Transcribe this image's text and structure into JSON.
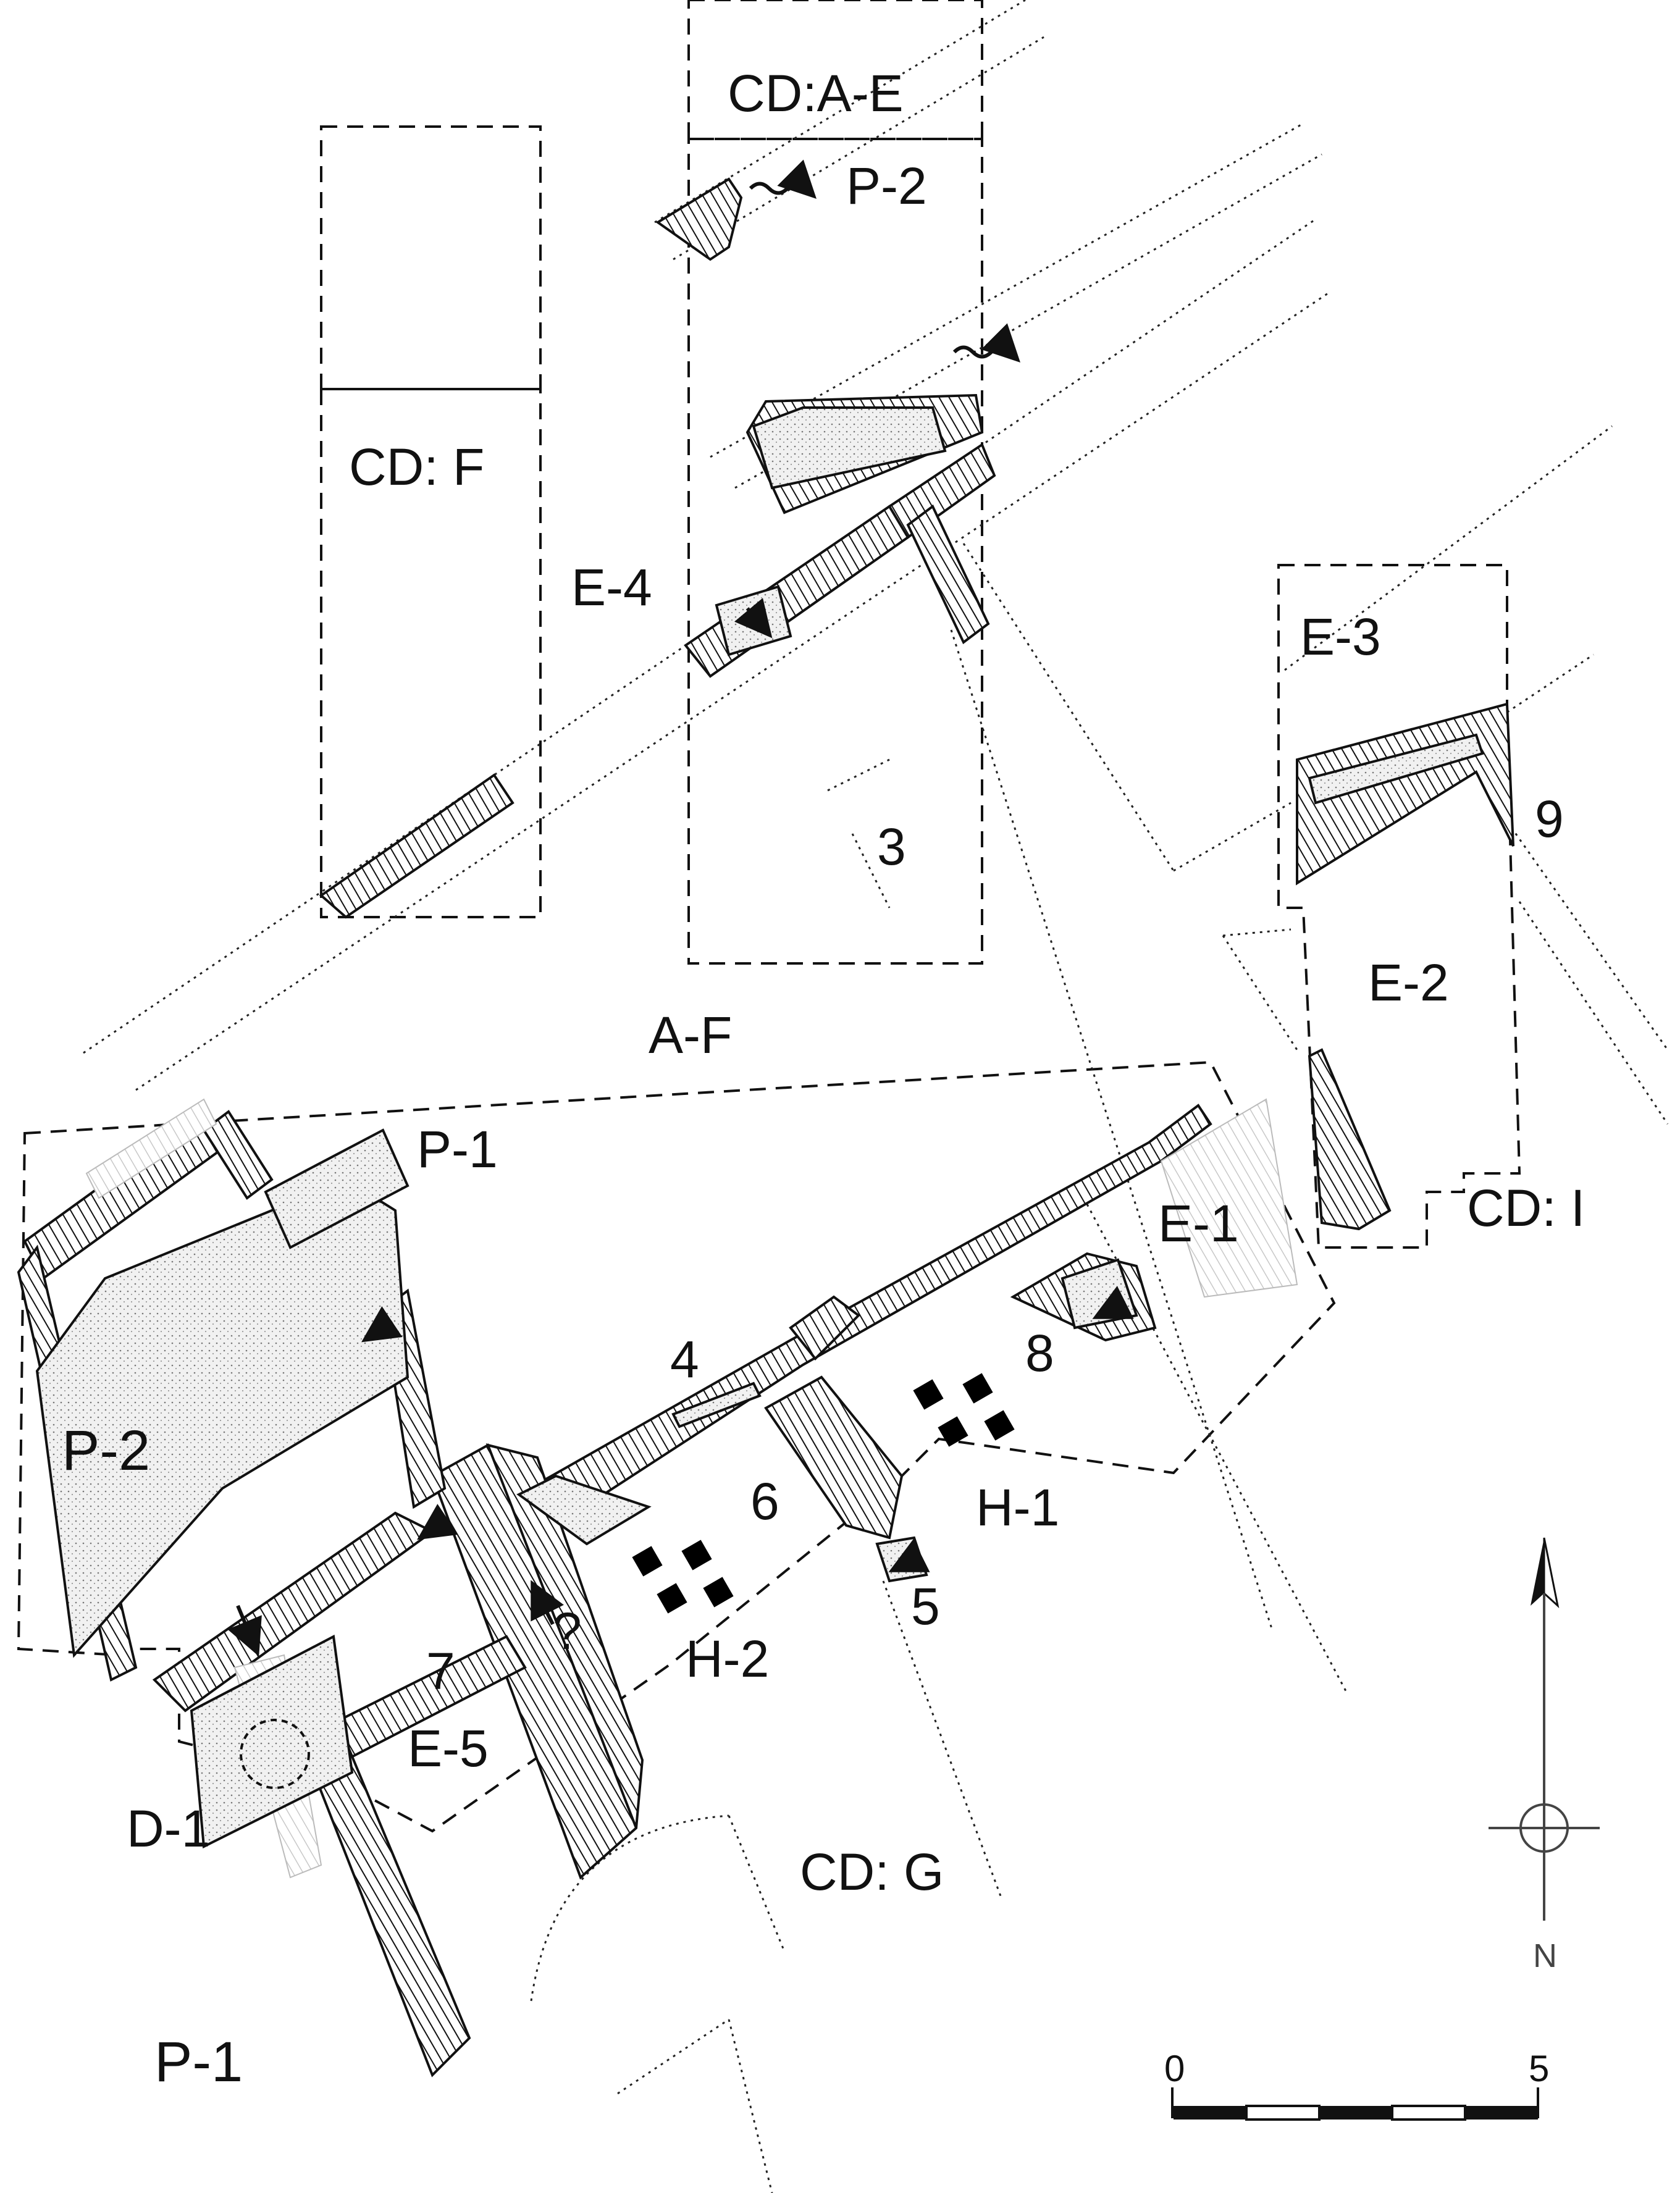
{
  "labels": {
    "cd_ae": "CD:A-E",
    "p2_top": "P-2",
    "cd_f": "CD: F",
    "e4": "E-4",
    "e3": "E-3",
    "n9": "9",
    "n3": "3",
    "e2": "E-2",
    "af": "A-F",
    "p1_top": "P-1",
    "e1": "E-1",
    "cd_i": "CD: I",
    "n8": "8",
    "n4": "4",
    "p2_left": "P-2",
    "n6": "6",
    "h1": "H-1",
    "q": "?",
    "h2": "H-2",
    "n5": "5",
    "n7": "7",
    "e5": "E-5",
    "d1": "D-1",
    "cd_g": "CD: G",
    "p1_bottom": "P-1"
  },
  "north_arrow": {
    "letter": "N"
  },
  "scale_bar": {
    "start": "0",
    "end": "5",
    "segments": 5
  }
}
